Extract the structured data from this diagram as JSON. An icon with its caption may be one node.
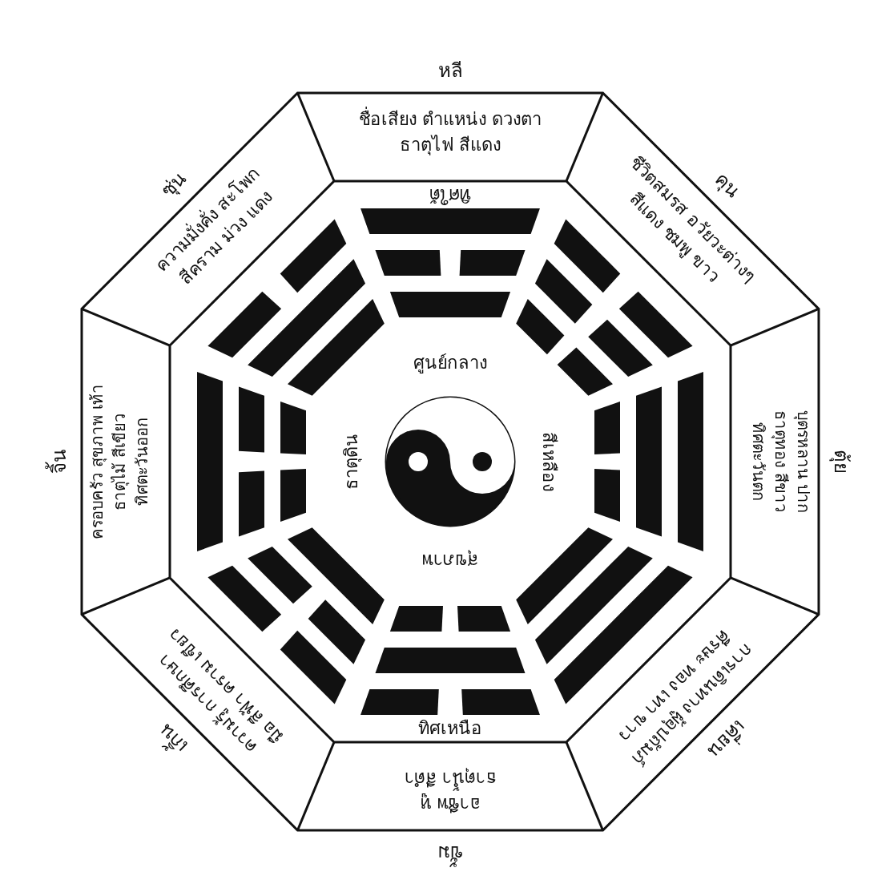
{
  "diagram": {
    "nodes": [
      {
        "text": [
          "ชื่อเสียง ตำแหน่ง ดวงตา",
          "ธาตุไฟ สีแดง"
        ],
        "beside": [
          "หลี",
          "ทิศใต้"
        ]
      },
      {
        "text": [
          "ชีวิตสมรส อวัยวะต่างๆ",
          "สีแดง ชมพู ขาว"
        ],
        "beside": [
          "คุน"
        ]
      },
      {
        "text": [
          "บุตรหลาน ปาก",
          "ธาตุทอง สีขาว",
          "ทิศตะวันตก"
        ],
        "beside": [
          "ตุ้ย"
        ]
      },
      {
        "text": [
          "การเดินทาง ผู้อุปถัมภ์",
          "ศีรษะ ทอง เทา ขาว"
        ],
        "beside": [
          "เคี่ยน"
        ]
      },
      {
        "text": [
          "อาชีพ หู",
          "ธาตุน้ำ สีดำ"
        ],
        "beside": [
          "ขั้ม",
          "ทิศเหนือ"
        ]
      },
      {
        "text": [
          "ความรู้ การศึกษา",
          "มือ สีฟ้า คราม เขียว"
        ],
        "beside": [
          "เกิ้น"
        ]
      },
      {
        "text": [
          "ครอบครัว สุขภาพ เท้า",
          "ธาตุไม้ สีเขียว",
          "ทิศตะวันออก"
        ],
        "beside": [
          "จิ้น"
        ]
      },
      {
        "text": [
          "ความมั่งคั่ง สะโพก",
          "สีคราม ม่วง แดง"
        ],
        "beside": [
          "ซุ่น"
        ]
      }
    ],
    "labels": [
      "ศูนย์กลาง",
      "ธาตุดิน",
      "สีเหลือง",
      "สุขภาพ"
    ]
  }
}
